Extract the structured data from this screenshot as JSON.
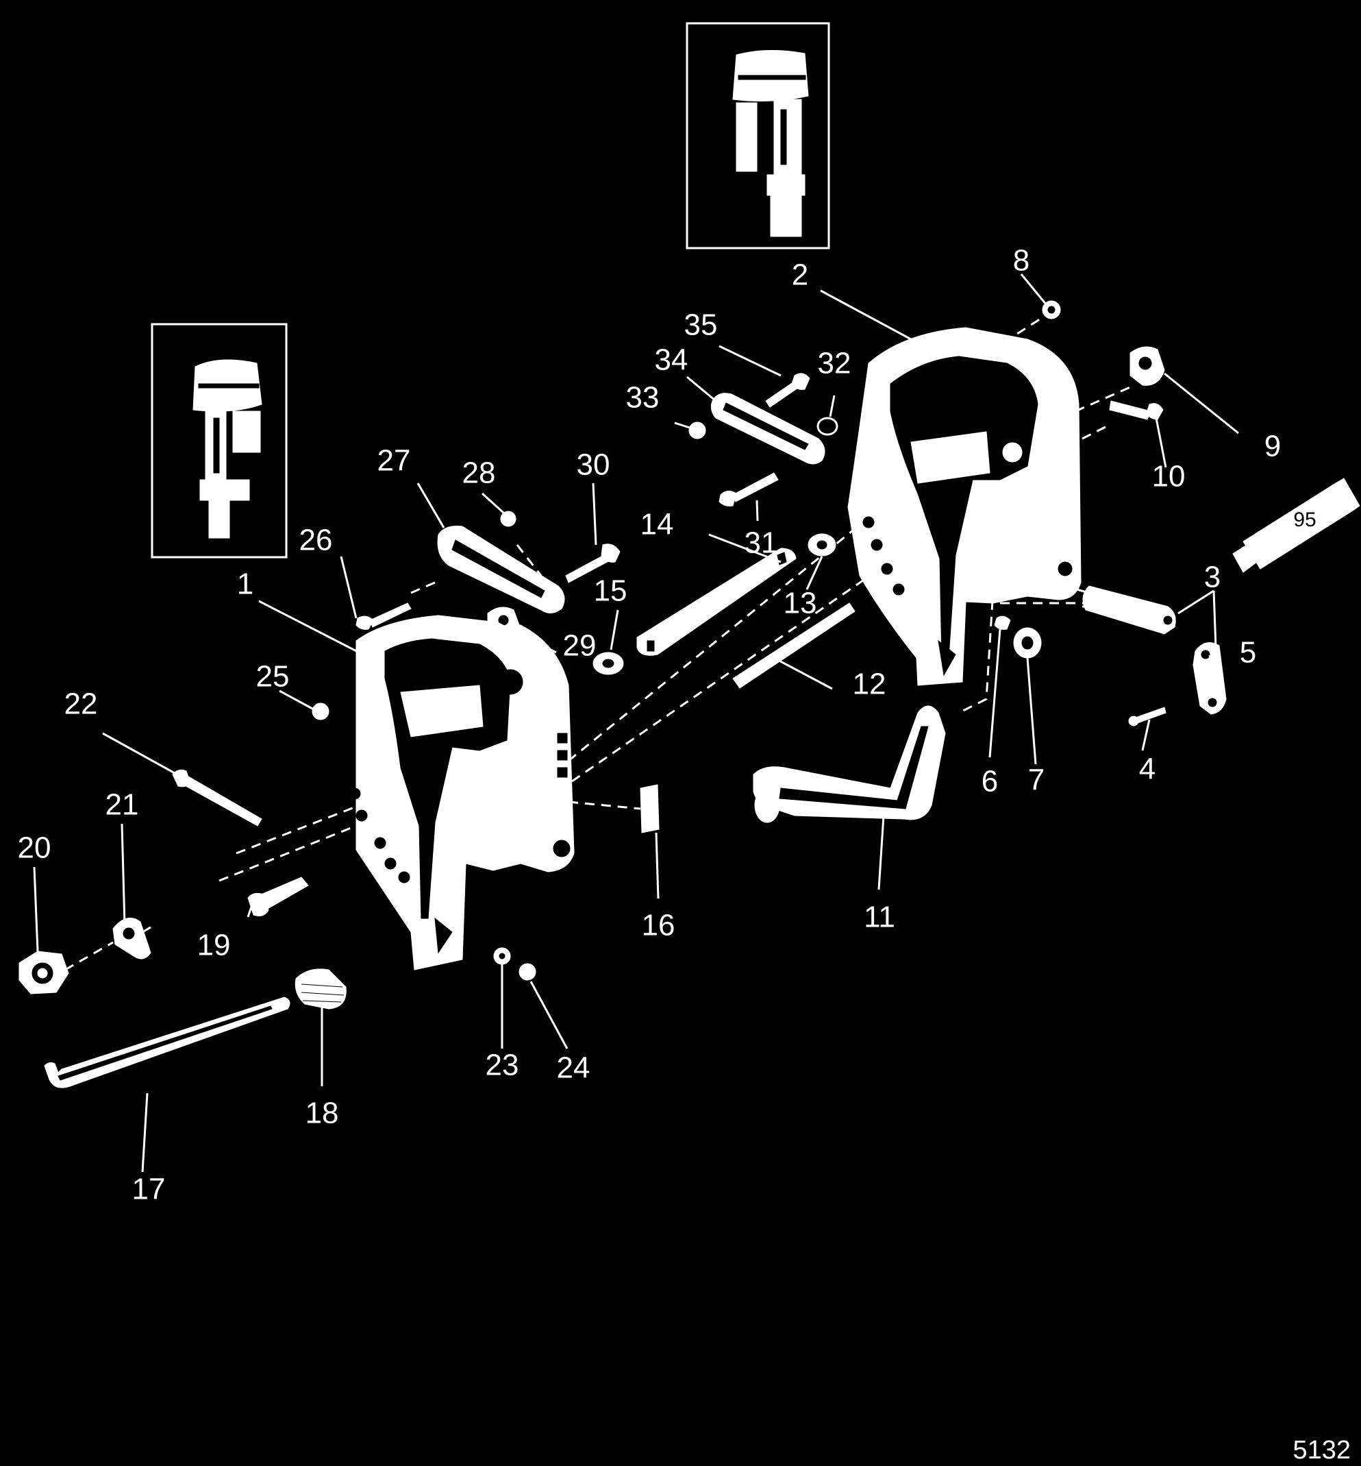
{
  "figure": {
    "id": "5132",
    "tube_label": "95"
  },
  "callouts": [
    "1",
    "2",
    "3",
    "4",
    "5",
    "6",
    "7",
    "8",
    "9",
    "10",
    "11",
    "12",
    "13",
    "14",
    "15",
    "16",
    "17",
    "18",
    "19",
    "20",
    "21",
    "22",
    "23",
    "24",
    "25",
    "26",
    "27",
    "28",
    "29",
    "30",
    "31",
    "32",
    "33",
    "34",
    "35"
  ],
  "colors": {
    "background": "#000000",
    "line_art": "#ffffff"
  }
}
